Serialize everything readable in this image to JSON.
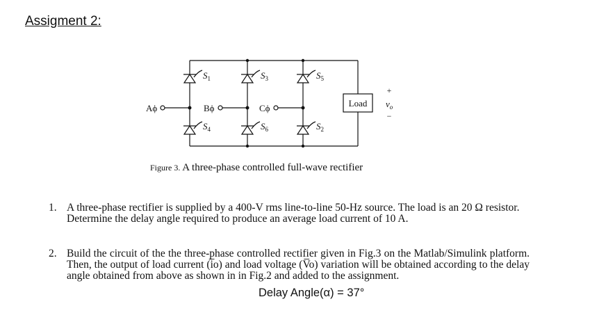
{
  "heading": "Assigment 2:",
  "circuit": {
    "inputs": [
      "Aϕ",
      "Bϕ",
      "Cϕ"
    ],
    "top_switches": [
      "S",
      "S",
      "S"
    ],
    "top_subscripts": [
      "1",
      "3",
      "5"
    ],
    "bottom_switches": [
      "S",
      "S",
      "S"
    ],
    "bottom_subscripts": [
      "4",
      "6",
      "2"
    ],
    "load_label": "Load",
    "plus": "+",
    "minus": "−",
    "vo": "v",
    "vo_sub": "o"
  },
  "caption": {
    "figure": "Figure 3.",
    "text": " A three-phase controlled full-wave rectifier"
  },
  "items": [
    {
      "number": "1.",
      "text": "A three-phase rectifier is supplied by a 400-V rms line-to-line 50-Hz source. The load is an 20 Ω resistor. Determine the delay angle required to produce an average load current of 10 A."
    },
    {
      "number": "2.",
      "text": "Build the circuit of the the three-phase controlled rectifier given in Fig.3 on the Matlab/Simulink platform. Then, the output of load current (i̅o) and load voltage (V̅o) variation will be obtained according to the delay angle obtained from above as shown in in Fig.2 and added to the assignment."
    }
  ],
  "answer": "Delay Angle(α) = 37°"
}
